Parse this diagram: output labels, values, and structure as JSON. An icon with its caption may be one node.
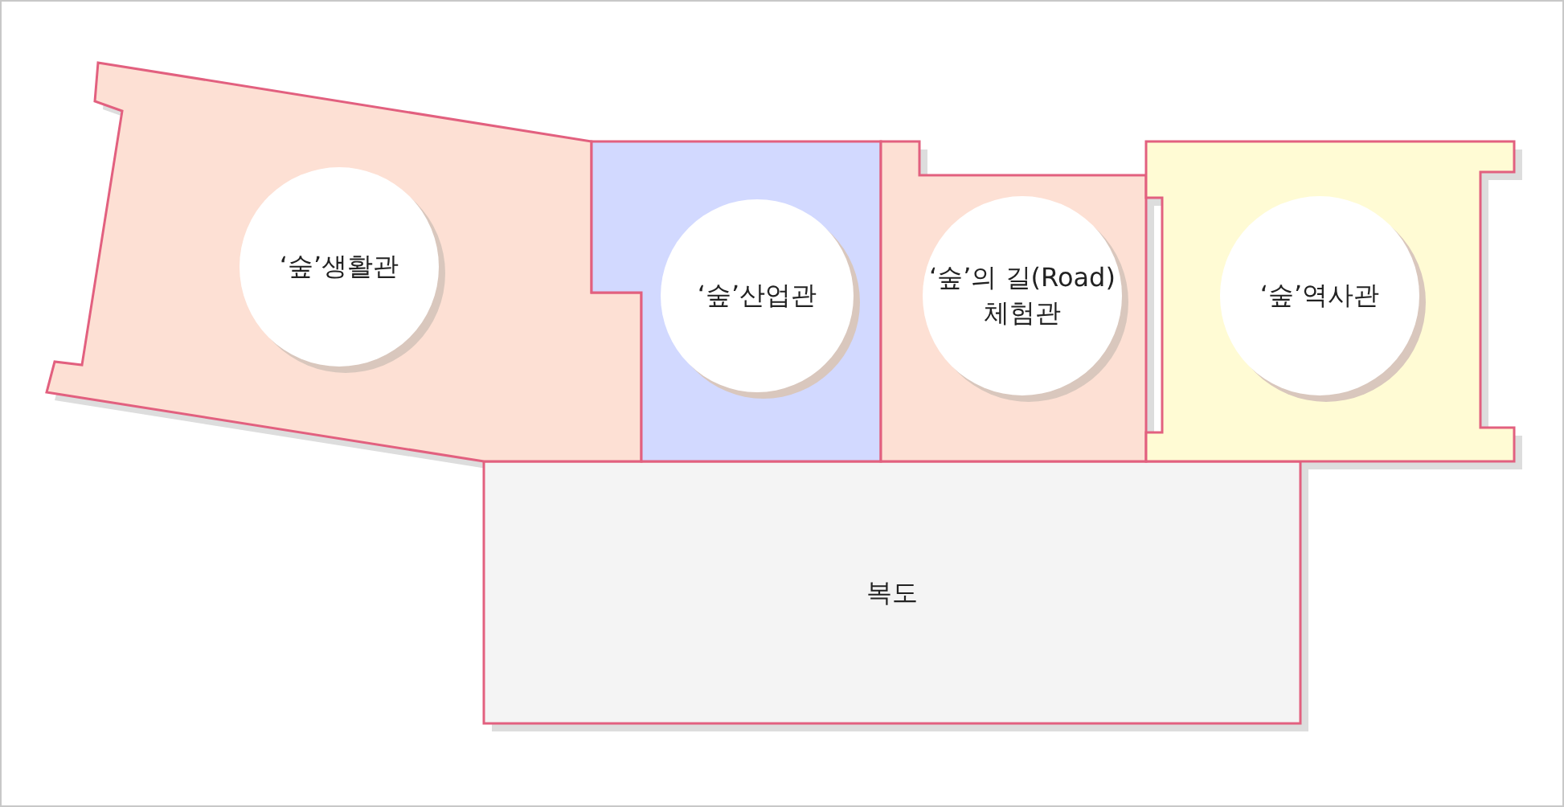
{
  "diagram": {
    "nodes": [
      {
        "text": [
          "‘숲’생활관"
        ]
      },
      {
        "text": [
          "‘숲’산업관"
        ]
      },
      {
        "text": [
          "‘숲’의 길(Road) 체험관"
        ]
      },
      {
        "text": [
          "‘숲’역사관"
        ]
      },
      {
        "text": [
          "복도"
        ]
      }
    ]
  }
}
